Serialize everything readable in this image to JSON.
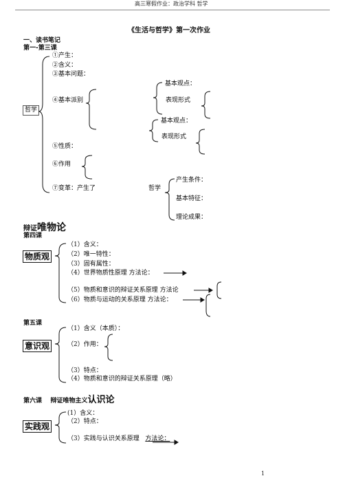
{
  "header": {
    "text": "高三寒假作业：政治学科 哲学"
  },
  "title": "《生活与哲学》第一次作业",
  "section1": {
    "heading": "一、读书笔记",
    "subheading": "第一-第三课",
    "box_label": "哲学",
    "items": {
      "i1": "①产生：",
      "i2": "②含义：",
      "i3": "③基本问题：",
      "i4": "④基本派别",
      "i5": "⑤性质：",
      "i6": "⑥作用",
      "i7": "⑦变革：产生了"
    },
    "sub": {
      "basic_view_1": "基本观点：",
      "form_1": "表现形式",
      "basic_view_2": "基本观点：",
      "form_2": "表现形式",
      "zhexue": "哲学",
      "cond": "产生条件：",
      "feature": "基本特征：",
      "result": "理论成果："
    }
  },
  "dialectic_heading": {
    "part1": "辩证",
    "part2": "唯物论"
  },
  "lesson4": {
    "heading": "第四课",
    "box_label": "物质观",
    "items": {
      "a1": "（1）含义：",
      "a2": "（2）唯一特性：",
      "a3": "（3）固有属性：",
      "a4": "（4）世界物质性原理  方法论：",
      "a5": "（5）物质和意识的辩证关系原理  方法论",
      "a6": "（6）物质与运动的关系原理  方法论："
    }
  },
  "lesson5": {
    "heading": "第五课",
    "box_label": "意识观",
    "items": {
      "b1": "（1）含义（本质）：",
      "b2": "（2）作用：",
      "b3": "（3）特点：",
      "b4": "（4）物质和意识的辩证关系原理（略）"
    }
  },
  "lesson6": {
    "heading_part1": "第六课    辩证唯物主义",
    "heading_part2": "认识论",
    "box_label": "实践观",
    "items": {
      "c1": "(1）含义：",
      "c2": "（2）特点：",
      "c3": "（3）实践与认识关系原理   ",
      "c3_method": "方法论："
    }
  },
  "page_number": "1"
}
